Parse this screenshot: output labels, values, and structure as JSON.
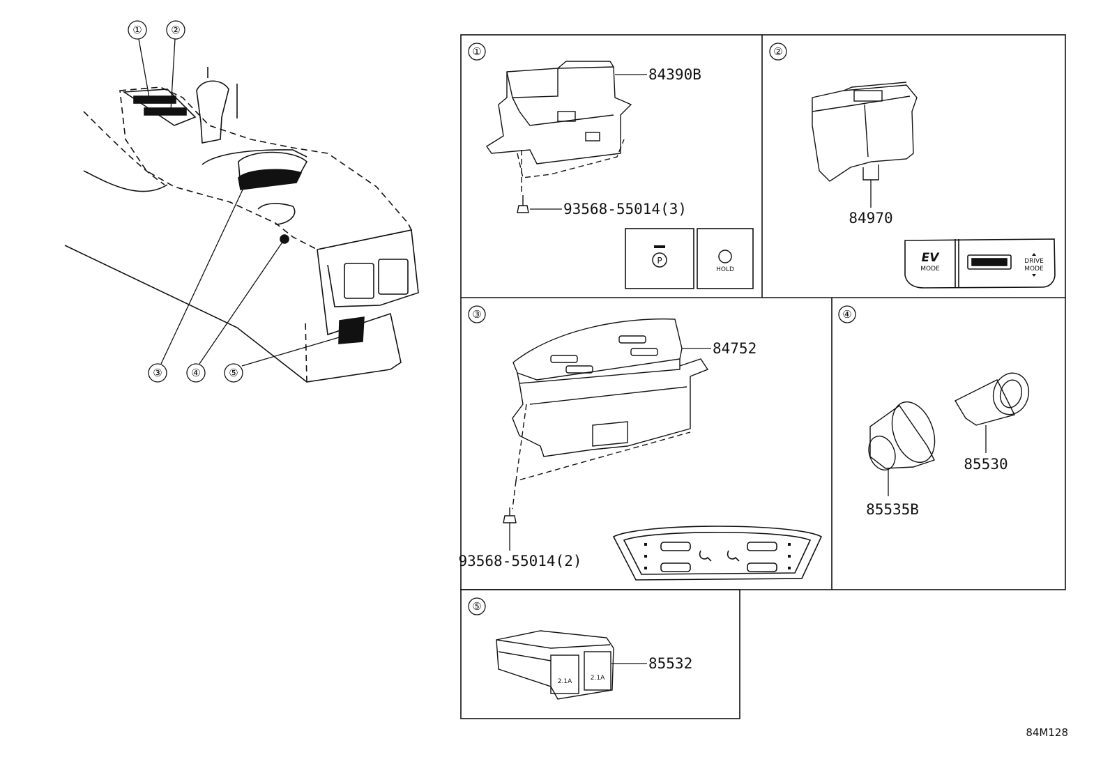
{
  "overview": {
    "callouts": [
      "①",
      "②",
      "③",
      "④",
      "⑤"
    ]
  },
  "panels": [
    {
      "number": "①",
      "parts": [
        "84390B",
        "93568-55014(3)"
      ],
      "button_labels": [
        "HOLD"
      ]
    },
    {
      "number": "②",
      "parts": [
        "84970"
      ],
      "button_labels": [
        "EV",
        "MODE",
        "DRIVE",
        "MODE"
      ]
    },
    {
      "number": "③",
      "parts": [
        "84752",
        "93568-55014(2)"
      ]
    },
    {
      "number": "④",
      "parts": [
        "85535B",
        "85530"
      ]
    },
    {
      "number": "⑤",
      "parts": [
        "85532"
      ],
      "button_labels": [
        "2.1A",
        "2.1A"
      ]
    }
  ],
  "diagram_code": "84M128"
}
